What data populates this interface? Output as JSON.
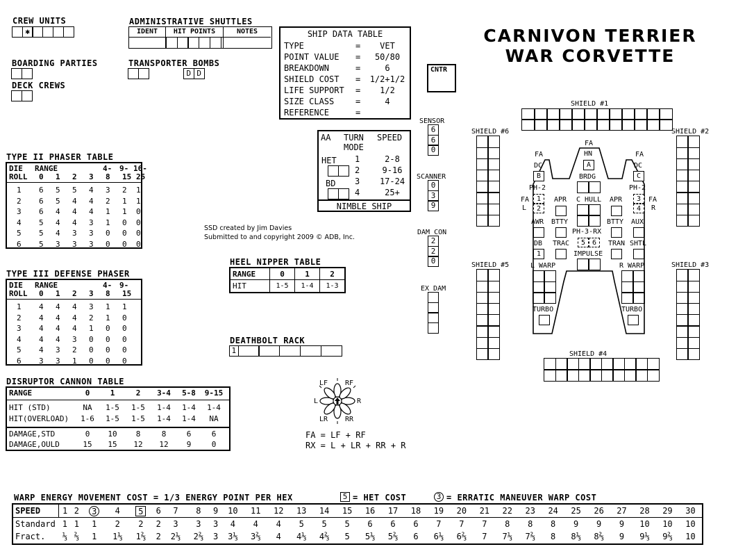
{
  "title": {
    "line1": "CARNIVON TERRIER",
    "line2": "WAR CORVETTE"
  },
  "crew_units": {
    "label": "CREW UNITS",
    "marked": "✱"
  },
  "boarding_parties": {
    "label": "BOARDING PARTIES"
  },
  "deck_crews": {
    "label": "DECK CREWS"
  },
  "admin_shuttles": {
    "label": "ADMINISTRATIVE SHUTTLES",
    "col_ident": "IDENT",
    "col_hp": "HIT POINTS",
    "col_notes": "NOTES"
  },
  "transporter_bombs": {
    "label": "TRANSPORTER BOMBS",
    "mark": "D"
  },
  "ship_data": {
    "title": "SHIP DATA TABLE",
    "rows": [
      {
        "k": "TYPE",
        "v": "VET"
      },
      {
        "k": "POINT VALUE",
        "v": "50/80"
      },
      {
        "k": "BREAKDOWN",
        "v": "6"
      },
      {
        "k": "SHIELD COST",
        "v": "1/2+1/2"
      },
      {
        "k": "LIFE SUPPORT",
        "v": "1/2"
      },
      {
        "k": "SIZE CLASS",
        "v": "4"
      },
      {
        "k": "REFERENCE",
        "v": ""
      }
    ],
    "eq": "="
  },
  "cntr": "CNTR",
  "turn_mode": {
    "h_aa": "AA",
    "h_turn": "TURN",
    "h_mode": "MODE",
    "h_speed": "SPEED",
    "het": "HET",
    "bd": "BD",
    "rows": [
      {
        "m": "1",
        "s": "2-8"
      },
      {
        "m": "2",
        "s": "9-16"
      },
      {
        "m": "3",
        "s": "17-24"
      },
      {
        "m": "4",
        "s": "25+"
      }
    ],
    "footer": "NIMBLE SHIP"
  },
  "tracks": {
    "sensor": {
      "label": "SENSOR",
      "values": [
        "6",
        "6",
        "0"
      ]
    },
    "scanner": {
      "label": "SCANNER",
      "values": [
        "0",
        "3",
        "9"
      ]
    },
    "damcon": {
      "label": "DAM CON",
      "values": [
        "2",
        "2",
        "0"
      ]
    },
    "exdam": {
      "label": "EX DAM"
    }
  },
  "credits": {
    "line1": "SSD created by Jim Davies",
    "line2": "Submitted to and copyright 2009 © ADB, Inc."
  },
  "phaser2": {
    "title": "TYPE II PHASER TABLE",
    "h1": [
      "DIE",
      "RANGE",
      "",
      "",
      "4-",
      "9-",
      "16-"
    ],
    "h2": [
      "ROLL",
      "0",
      "1",
      "2",
      "3",
      "8",
      "15",
      "25"
    ],
    "rows": [
      [
        "1",
        "6",
        "5",
        "5",
        "4",
        "3",
        "2",
        "1"
      ],
      [
        "2",
        "6",
        "5",
        "4",
        "4",
        "2",
        "1",
        "1"
      ],
      [
        "3",
        "6",
        "4",
        "4",
        "4",
        "1",
        "1",
        "0"
      ],
      [
        "4",
        "5",
        "4",
        "4",
        "3",
        "1",
        "0",
        "0"
      ],
      [
        "5",
        "5",
        "4",
        "3",
        "3",
        "0",
        "0",
        "0"
      ],
      [
        "6",
        "5",
        "3",
        "3",
        "3",
        "0",
        "0",
        "0"
      ]
    ]
  },
  "phaser3": {
    "title": "TYPE III DEFENSE PHASER",
    "h1": [
      "DIE",
      "RANGE",
      "",
      "",
      "4-",
      "9-"
    ],
    "h2": [
      "ROLL",
      "0",
      "1",
      "2",
      "3",
      "8",
      "15"
    ],
    "rows": [
      [
        "1",
        "4",
        "4",
        "4",
        "3",
        "1",
        "1"
      ],
      [
        "2",
        "4",
        "4",
        "4",
        "2",
        "1",
        "0"
      ],
      [
        "3",
        "4",
        "4",
        "4",
        "1",
        "0",
        "0"
      ],
      [
        "4",
        "4",
        "4",
        "3",
        "0",
        "0",
        "0"
      ],
      [
        "5",
        "4",
        "3",
        "2",
        "0",
        "0",
        "0"
      ],
      [
        "6",
        "3",
        "3",
        "1",
        "0",
        "0",
        "0"
      ]
    ]
  },
  "disruptor": {
    "title": "DISRUPTOR CANNON TABLE",
    "header": [
      "RANGE",
      "0",
      "1",
      "2",
      "3-4",
      "5-8",
      "9-15"
    ],
    "rows_a": [
      [
        "HIT (STD)",
        "NA",
        "1-5",
        "1-5",
        "1-4",
        "1-4",
        "1-4"
      ],
      [
        "HIT(OVERLOAD)",
        "1-6",
        "1-5",
        "1-5",
        "1-4",
        "1-4",
        "NA"
      ]
    ],
    "rows_b": [
      [
        "DAMAGE,STD",
        "0",
        "10",
        "8",
        "8",
        "6",
        "6"
      ],
      [
        "DAMAGE,OULD",
        "15",
        "15",
        "12",
        "12",
        "9",
        "0"
      ]
    ]
  },
  "heel_nipper": {
    "title": "HEEL NIPPER TABLE",
    "r_label": "RANGE",
    "r": [
      "0",
      "1",
      "2"
    ],
    "h_label": "HIT",
    "h": [
      "1-5",
      "1-4",
      "1-3"
    ]
  },
  "deathbolt": {
    "title": "DEATHBOLT  RACK",
    "first": "1"
  },
  "arcs": {
    "LF": "LF",
    "RF": "RF",
    "L": "L",
    "R": "R",
    "LR": "LR",
    "RR": "RR",
    "fa_eq": "FA = LF + RF",
    "rx_eq": "RX = L + LR + RR + R"
  },
  "ship": {
    "shield1": "SHIELD #1",
    "shield2": "SHIELD #2",
    "shield3": "SHIELD #3",
    "shield4": "SHIELD #4",
    "shield5": "SHIELD #5",
    "shield6": "SHIELD #6",
    "fa": "FA",
    "hn": "HN",
    "a": "A",
    "dc": "DC",
    "b": "B",
    "c": "C",
    "brdg": "BRDG",
    "ph2": "PH-2",
    "fal": "FA",
    "l": "L",
    "far": "FA",
    "r": "R",
    "w1": "1",
    "w2": "2",
    "w3": "3",
    "w4": "4",
    "apr": "APR",
    "chull": "C HULL",
    "awr": "AWR",
    "btty": "BTTY",
    "aux": "AUX",
    "ph3rx": "PH-3-RX",
    "db": "DB",
    "db1": "1",
    "trac": "TRAC",
    "w5": "5",
    "w6": "6",
    "tran": "TRAN",
    "shtl": "SHTL",
    "impulse": "IMPULSE",
    "lwarp": "L WARP",
    "rwarp": "R WARP",
    "turbo": "TURBO"
  },
  "warp": {
    "title": "WARP ENERGY MOVEMENT COST = 1/3 ENERGY POINT PER HEX",
    "het_num": "5",
    "het_txt": "= HET COST",
    "err_num": "3",
    "err_txt": "= ERRATIC MANEUVER WARP COST",
    "speed_label": "SPEED",
    "speeds": [
      "1",
      "2",
      "3",
      "4",
      "5",
      "6",
      "7",
      "8",
      "9",
      "10",
      "11",
      "12",
      "13",
      "14",
      "15",
      "16",
      "17",
      "18",
      "19",
      "20",
      "21",
      "22",
      "23",
      "24",
      "25",
      "26",
      "27",
      "28",
      "29",
      "30"
    ],
    "standard_label": "Standard",
    "standard": [
      "1",
      "1",
      "1",
      "2",
      "2",
      "2",
      "3",
      "3",
      "3",
      "4",
      "4",
      "4",
      "5",
      "5",
      "5",
      "6",
      "6",
      "6",
      "7",
      "7",
      "7",
      "8",
      "8",
      "8",
      "9",
      "9",
      "9",
      "10",
      "10",
      "10"
    ],
    "fract_label": "Fract.",
    "fract": [
      "⅓",
      "⅔",
      "1",
      "1⅓",
      "1⅔",
      "2",
      "2⅓",
      "2⅔",
      "3",
      "3⅓",
      "3⅔",
      "4",
      "4⅓",
      "4⅔",
      "5",
      "5⅓",
      "5⅔",
      "6",
      "6⅓",
      "6⅔",
      "7",
      "7⅓",
      "7⅔",
      "8",
      "8⅓",
      "8⅔",
      "9",
      "9⅓",
      "9⅔",
      "10"
    ]
  }
}
